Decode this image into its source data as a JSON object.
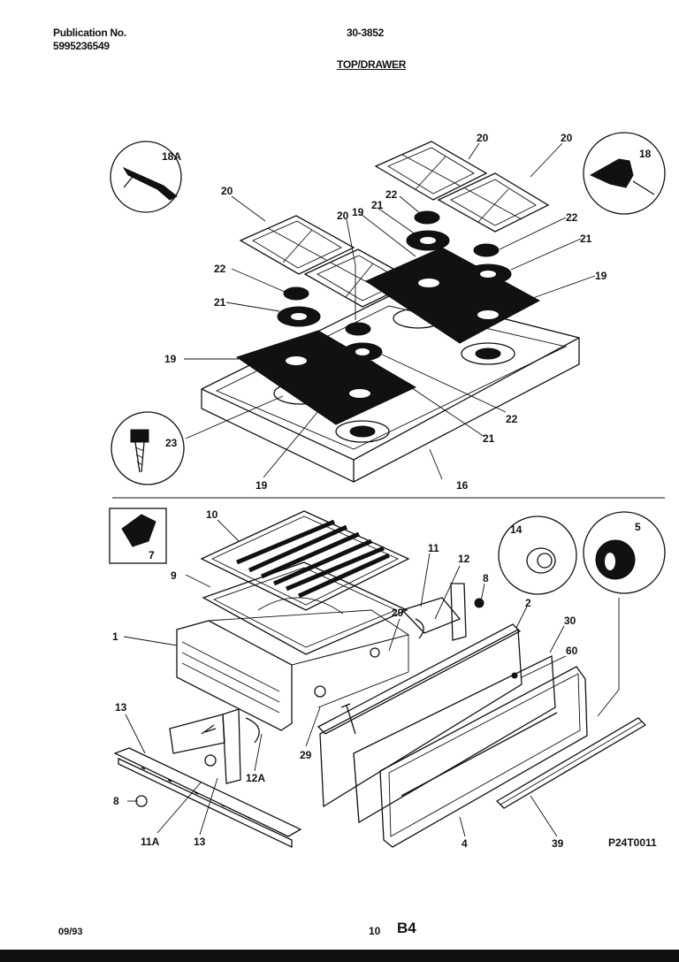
{
  "header": {
    "publication_label": "Publication No.",
    "publication_number": "5995236549",
    "model_number": "30-3852",
    "section_title": "TOP/DRAWER"
  },
  "footer": {
    "date": "09/93",
    "page_number": "10",
    "page_code": "B4",
    "diagram_id": "P24T0011"
  },
  "callouts": {
    "c18A": "18A",
    "c18": "18",
    "c20a": "20",
    "c20b": "20",
    "c20c": "20",
    "c20d": "20",
    "c19a": "19",
    "c19b": "19",
    "c19c": "19",
    "c19d": "19",
    "c21a": "21",
    "c21b": "21",
    "c21c": "21",
    "c21d": "21",
    "c22a": "22",
    "c22b": "22",
    "c22c": "22",
    "c22d": "22",
    "c23": "23",
    "c16": "16",
    "c7": "7",
    "c10": "10",
    "c9": "9",
    "c1": "1",
    "c11": "11",
    "c12": "12",
    "c14": "14",
    "c5": "5",
    "c8a": "8",
    "c8b": "8",
    "c2": "2",
    "c29a": "29",
    "c29b": "29",
    "c30": "30",
    "c60": "60",
    "c13a": "13",
    "c13b": "13",
    "c12A": "12A",
    "c11A": "11A",
    "c4": "4",
    "c39": "39"
  }
}
